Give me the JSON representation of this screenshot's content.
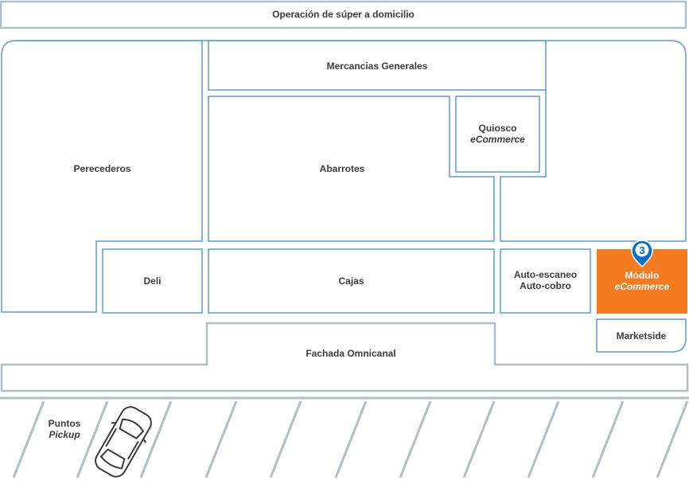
{
  "map": {
    "top_banner": "Operación de súper a domicilio",
    "zones": {
      "perecederos": "Perecederos",
      "mercancias": "Mercancias Generales",
      "abarrotes": "Abarrotes",
      "quiosco_line1": "Quiosco",
      "quiosco_line2": "eCommerce",
      "deli": "Deli",
      "cajas": "Cajas",
      "autoescaneo_line1": "Auto-escaneo",
      "autoescaneo_line2": "Auto-cobro",
      "modulo_line1": "Módulo",
      "modulo_line2": "eCommerce",
      "marketside": "Marketside",
      "fachada": "Fachada Omnicanal",
      "puntos_line1": "Puntos",
      "puntos_line2": "Pickup"
    },
    "marker": {
      "number": "3",
      "color": "#0072c6"
    },
    "colors": {
      "zone_stroke": "#5b9bd5",
      "wall_stroke": "#b4bcc6",
      "highlight": "#f47b20",
      "text": "#3c3c3c"
    },
    "icons": [
      "car-icon",
      "location-pin-icon"
    ]
  }
}
